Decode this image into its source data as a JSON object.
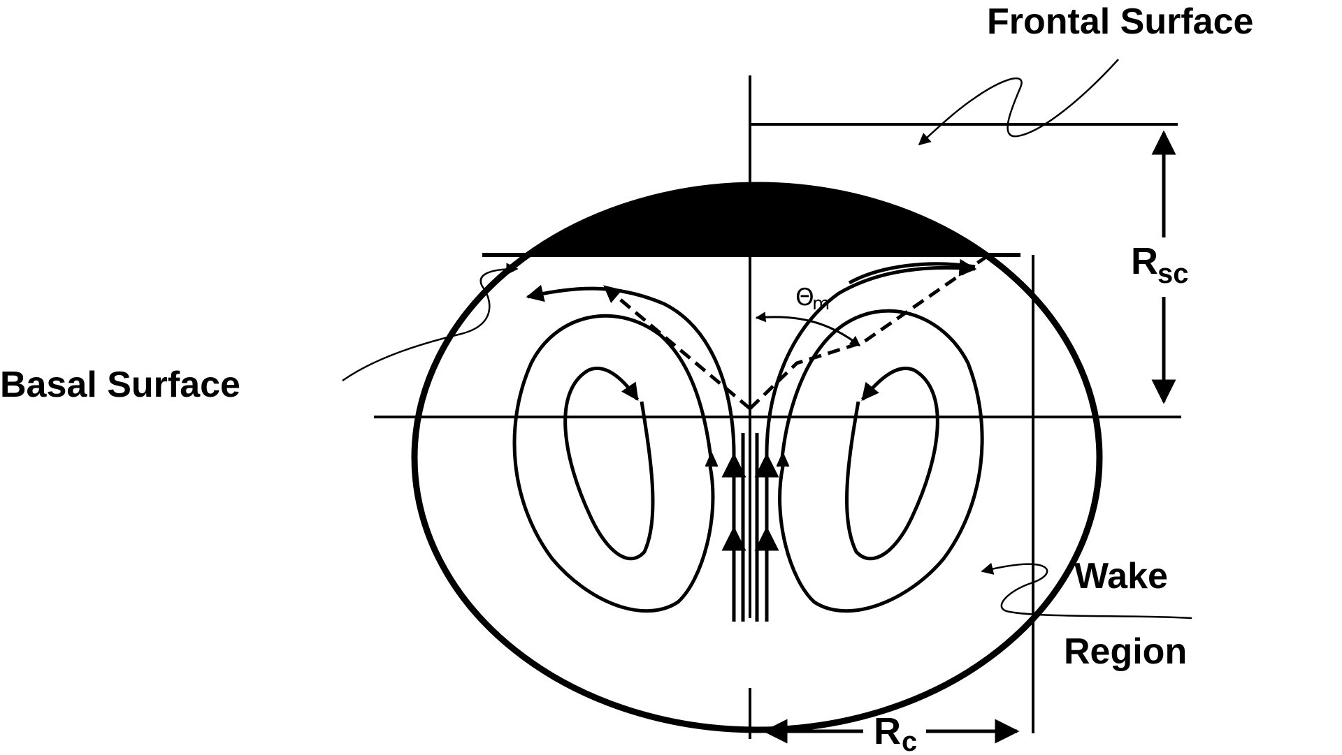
{
  "labels": {
    "frontal_surface": "Frontal Surface",
    "basal_surface": "Basal Surface",
    "wake": "Wake",
    "region": "Region",
    "r_sc_main": "R",
    "r_sc_sub": "sc",
    "r_c_main": "R",
    "r_c_sub": "c",
    "theta_main": "Θ",
    "theta_sub": "m"
  },
  "colors": {
    "ink": "#000000",
    "background": "#ffffff"
  }
}
